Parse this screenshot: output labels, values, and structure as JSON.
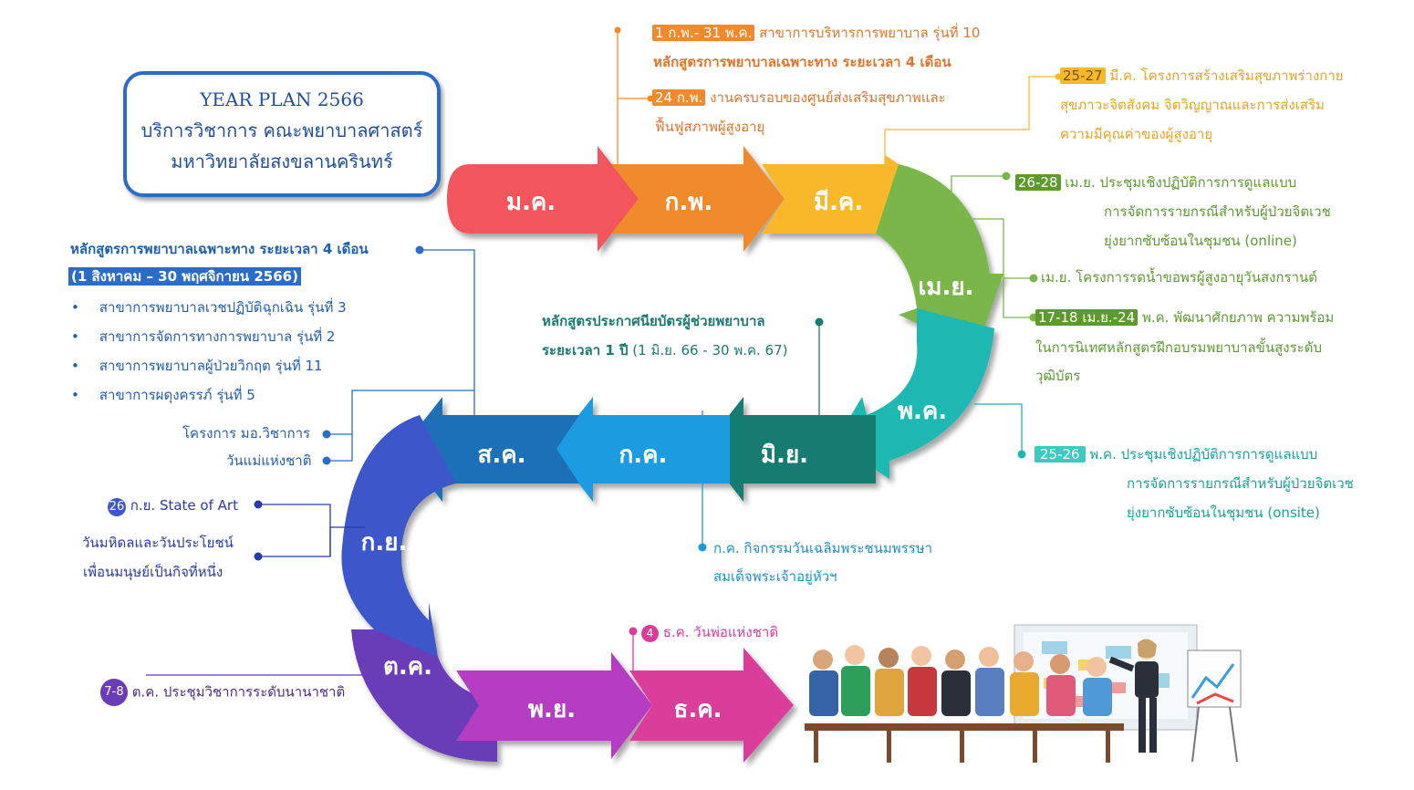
{
  "title": {
    "line1": "YEAR PLAN 2566",
    "line2": "บริการวิชาการ คณะพยาบาลศาสตร์",
    "line3": "มหาวิทยาลัยสงขลานครินทร์"
  },
  "months": {
    "jan": "ม.ค.",
    "feb": "ก.พ.",
    "mar": "มี.ค.",
    "apr": "เม.ย.",
    "may": "พ.ค.",
    "jun": "มิ.ย.",
    "jul": "ก.ค.",
    "aug": "ส.ค.",
    "sep": "ก.ย.",
    "oct": "ต.ค.",
    "nov": "พ.ย.",
    "dec": "ธ.ค."
  },
  "colors": {
    "jan": "#f2545b",
    "feb": "#f08a2c",
    "mar": "#f8b82c",
    "apr": "#7ab648",
    "may": "#1bb8b1",
    "jun": "#197b72",
    "jul": "#1a9be0",
    "aug": "#1f6fb8",
    "sep": "#3e57c9",
    "oct": "#6a3cb8",
    "nov": "#b43cc2",
    "dec": "#db3c9a"
  },
  "events": {
    "feb1": {
      "badge": "1 ก.พ.- 31 พ.ค.",
      "text": "สาขาการบริหารการพยาบาล รุ่นที่ 10",
      "line2": "หลักสูตรการพยาบาลเฉพาะทาง ระยะเวลา 4 เดือน"
    },
    "feb2": {
      "badge": "24 ก.พ.",
      "text": "งานครบรอบของศูนย์ส่งเสริมสุขภาพและ",
      "line2": "ฟื้นฟูสภาพผู้สูงอายุ"
    },
    "mar1": {
      "badge": "25-27",
      "text": "มี.ค. โครงการสร้างเสริมสุขภาพร่างกาย",
      "line2": "สุขภาวะจิตสังคม จิตวิญญาณและการส่งเสริม",
      "line3": "ความมีคุณค่าของผู้สูงอายุ"
    },
    "apr1": {
      "badge": "26-28",
      "text": "เม.ย. ประชุมเชิงปฏิบัติการการดูแลแบบ",
      "line2": "การจัดการรายกรณีสำหรับผู้ป่วยจิตเวช",
      "line3": "ยุ่งยากซับซ้อนในชุมชน  (online)"
    },
    "apr2": {
      "text": "เม.ย. โครงการรดน้ำขอพรผู้สูงอายุวันสงกรานต์"
    },
    "apr3": {
      "badge": "17-18 เม.ย.-24",
      "text": "พ.ค. พัฒนาศักยภาพ ความพร้อม",
      "line2": "ในการนิเทศหลักสูตรฝึกอบรมพยาบาลขั้นสูงระดับ",
      "line3": "วุฒิบัตร"
    },
    "may1": {
      "badge": "25-26",
      "text": "พ.ค. ประชุมเชิงปฏิบัติการการดูแลแบบ",
      "line2": "การจัดการรายกรณีสำหรับผู้ป่วยจิตเวช",
      "line3": "ยุ่งยากซับซ้อนในชุมชน  (onsite)"
    },
    "jun1": {
      "line1": "หลักสูตรประกาศนียบัตรผู้ช่วยพยาบาล",
      "line2a": "ระยะเวลา 1 ปี",
      "line2b": " (1 มิ.ย. 66 -  30 พ.ค. 67)"
    },
    "jul1": {
      "text": "ก.ค. กิจกรรมวันเฉลิมพระชนมพรรษา",
      "line2": "สมเด็จพระเจ้าอยู่หัวฯ"
    },
    "aug_course": {
      "title": "หลักสูตรการพยาบาลเฉพาะทาง ระยะเวลา 4 เดือน",
      "period": "(1 สิงหาคม – 30 พฤศจิกายน 2566)",
      "items": [
        "สาขาการพยาบาลเวชปฏิบัติฉุกเฉิน รุ่นที่ 3",
        "สาขาการจัดการทางการพยาบาล รุ่นที่ 2",
        "สาขาการพยาบาลผู้ป่วยวิกฤต รุ่นที่ 11",
        "สาขาการผดุงครรภ์ รุ่นที่ 5"
      ]
    },
    "aug1": {
      "text": "โครงการ มอ.วิชาการ"
    },
    "aug2": {
      "text": "วันแม่แห่งชาติ"
    },
    "sep1": {
      "badge": "26",
      "text": "ก.ย. State of Art"
    },
    "sep2": {
      "line1": "วันมหิดลและวันประโยชน์",
      "line2": "เพื่อนมนุษย์เป็นกิจที่หนึ่ง"
    },
    "oct1": {
      "badge": "7-8",
      "text": "ต.ค. ประชุมวิชาการระดับนานาชาติ"
    },
    "dec1": {
      "badge": "4",
      "text": "ธ.ค. วันพ่อแห่งชาติ"
    }
  },
  "photo": {
    "icon": "presentation-classroom-illustration"
  }
}
